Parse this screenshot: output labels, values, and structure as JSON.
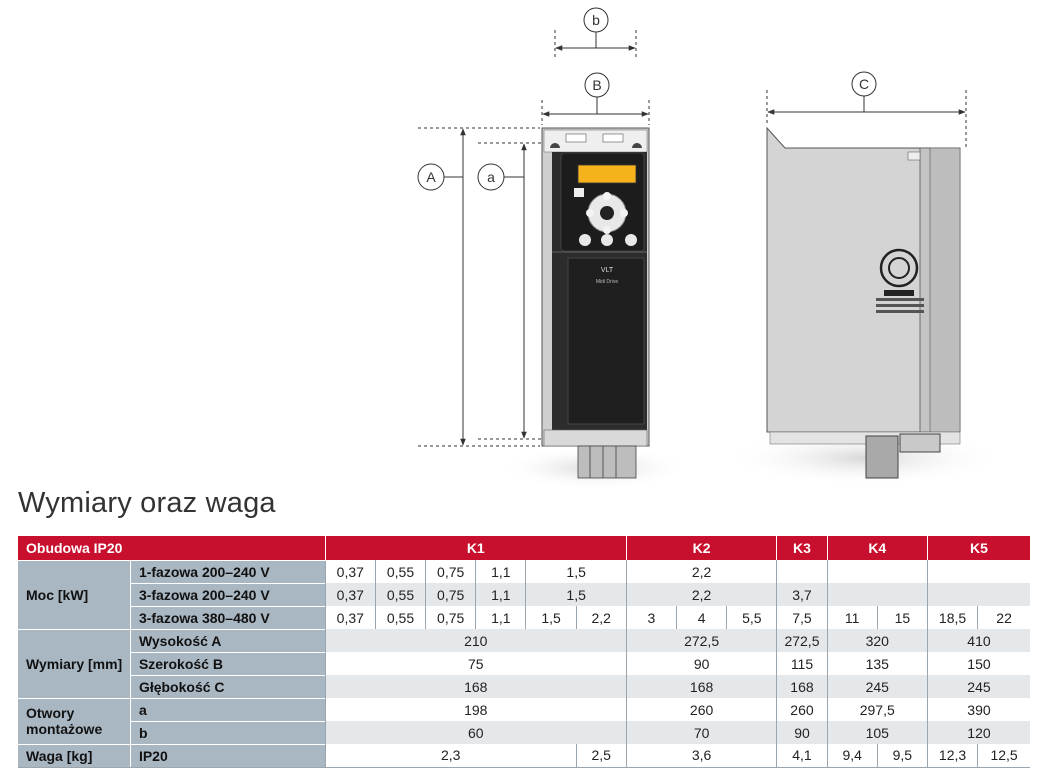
{
  "title": "Wymiary oraz waga",
  "drawing": {
    "dim_labels": {
      "b": "b",
      "B": "B",
      "C": "C",
      "A": "A",
      "a": "a"
    },
    "display_text": "VLT",
    "panel_text": "Midi Drive"
  },
  "table": {
    "header": {
      "enclosure": "Obudowa IP20",
      "k1": "K1",
      "k2": "K2",
      "k3": "K3",
      "k4": "K4",
      "k5": "K5"
    },
    "power": {
      "category": "Moc [kW]",
      "rows": [
        {
          "label": "1-fazowa 200–240 V",
          "k1": [
            "0,37",
            "0,55",
            "0,75",
            "1,1",
            "1,5"
          ],
          "k2": "2,2",
          "k3": "",
          "k4": "",
          "k5": ""
        },
        {
          "label": "3-fazowa 200–240 V",
          "k1": [
            "0,37",
            "0,55",
            "0,75",
            "1,1",
            "1,5"
          ],
          "k2": "2,2",
          "k3": "3,7",
          "k4": "",
          "k5": ""
        },
        {
          "label": "3-fazowa 380–480 V",
          "k1": [
            "0,37",
            "0,55",
            "0,75",
            "1,1",
            "1,5",
            "2,2"
          ],
          "k2": [
            "3",
            "4",
            "5,5"
          ],
          "k3": "7,5",
          "k4": [
            "11",
            "15"
          ],
          "k5": [
            "18,5",
            "22"
          ]
        }
      ]
    },
    "dimensions": {
      "category": "Wymiary [mm]",
      "rows": [
        {
          "label": "Wysokość A",
          "k1": "210",
          "k2": "272,5",
          "k3": "272,5",
          "k4": "320",
          "k5": "410"
        },
        {
          "label": "Szerokość B",
          "k1": "75",
          "k2": "90",
          "k3": "115",
          "k4": "135",
          "k5": "150"
        },
        {
          "label": "Głębokość C",
          "k1": "168",
          "k2": "168",
          "k3": "168",
          "k4": "245",
          "k5": "245"
        }
      ]
    },
    "mounting": {
      "category": "Otwory montażowe",
      "rows": [
        {
          "label": "a",
          "k1": "198",
          "k2": "260",
          "k3": "260",
          "k4": "297,5",
          "k5": "390"
        },
        {
          "label": "b",
          "k1": "60",
          "k2": "70",
          "k3": "90",
          "k4": "105",
          "k5": "120"
        }
      ]
    },
    "weight": {
      "category": "Waga [kg]",
      "label": "IP20",
      "k1": [
        "2,3",
        "2,5"
      ],
      "k2": "3,6",
      "k3": "4,1",
      "k4": [
        "9,4",
        "9,5"
      ],
      "k5": [
        "12,3",
        "12,5"
      ]
    }
  }
}
